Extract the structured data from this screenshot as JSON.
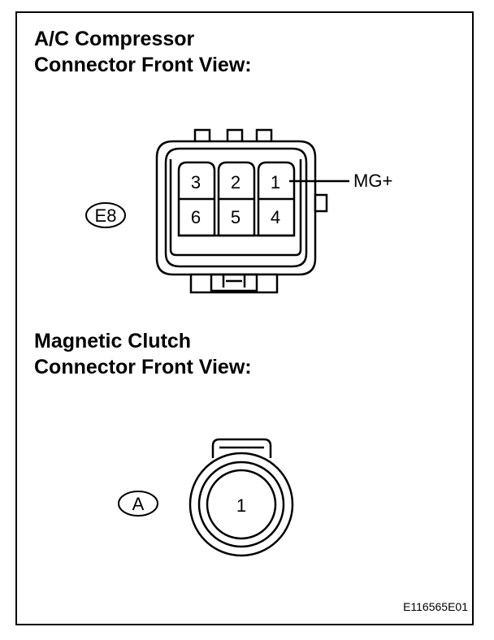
{
  "section_ac": {
    "title_line1": "A/C Compressor",
    "title_line2": "Connector Front View:",
    "connector_id": "E8",
    "pins_top": [
      "3",
      "2",
      "1"
    ],
    "pins_bottom": [
      "6",
      "5",
      "4"
    ],
    "signal_label": "MG+"
  },
  "section_clutch": {
    "title_line1": "Magnetic Clutch",
    "title_line2": "Connector Front View:",
    "connector_id": "A",
    "pin": "1"
  },
  "figure_code": "E116565E01"
}
